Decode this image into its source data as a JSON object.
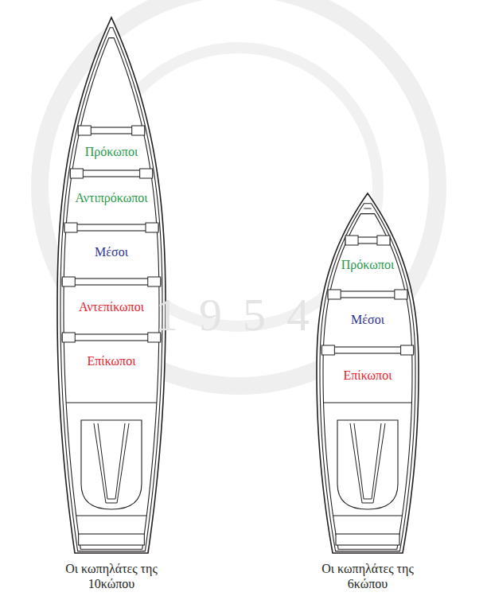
{
  "diagram": {
    "labels": [
      "Πρόκωποι",
      "Αντιπρόκωποι",
      "Μέσοι",
      "Αντεπίκωποι",
      "Επίκωποι",
      "Πρόκωποι",
      "Μέσοι",
      "Επίκωποι",
      "Οι κωπηλάτες της 10κώπου",
      "Οι κωπηλάτες της 6κώπου",
      "1954"
    ]
  }
}
